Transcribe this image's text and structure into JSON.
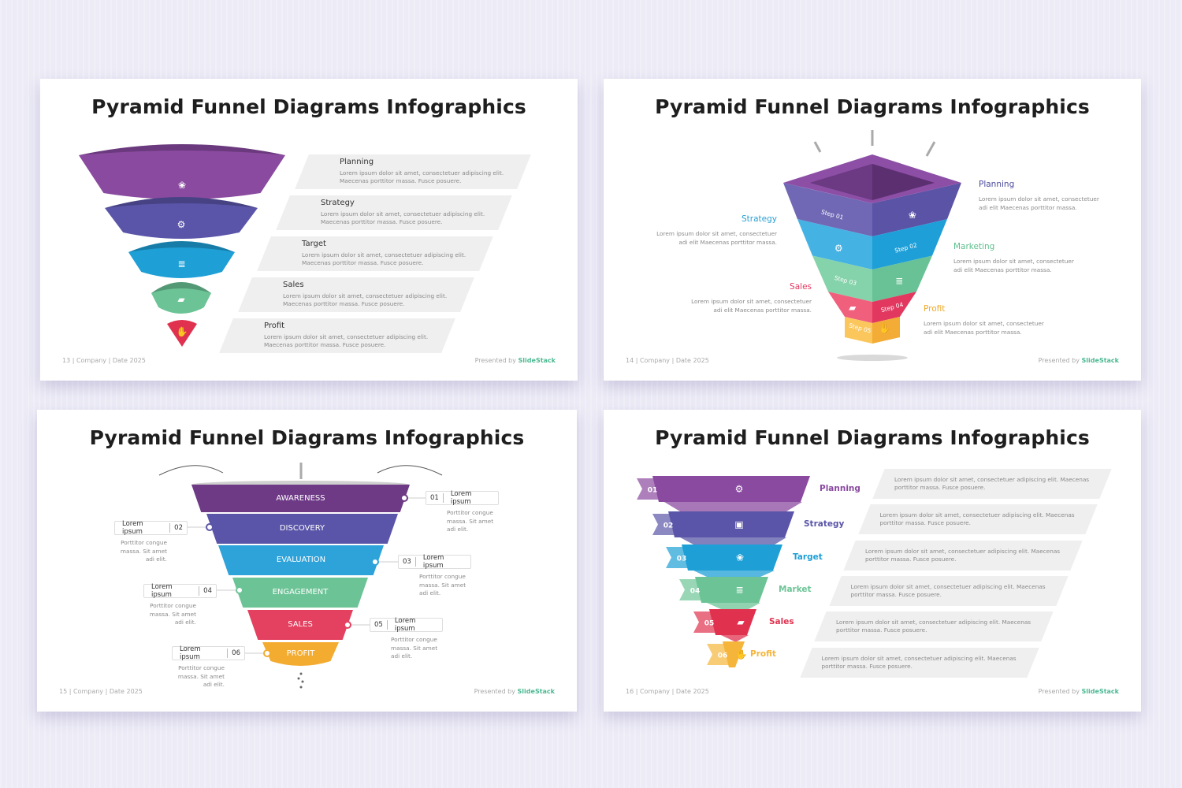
{
  "slide_title": "Pyramid Funnel Diagrams Infographics",
  "footer": {
    "company": "Company",
    "date": "Date 2025",
    "presented_by": "Presented by",
    "brand": "SlideStack"
  },
  "slide1": {
    "page": "13",
    "items": [
      {
        "label": "Planning",
        "text1": "Lorem ipsum dolor sit amet, consectetuer adipiscing elit.",
        "text2": "Maecenas porttitor  massa. Fusce posuere.",
        "color": "#8a4aa0",
        "icon": "people-icon"
      },
      {
        "label": "Strategy",
        "text1": "Lorem ipsum dolor sit amet, consectetuer adipiscing elit.",
        "text2": "Maecenas porttitor  massa. Fusce posuere.",
        "color": "#5a55a8",
        "icon": "gear-icon"
      },
      {
        "label": "Target",
        "text1": "Lorem ipsum dolor sit amet, consectetuer adipiscing elit.",
        "text2": "Maecenas porttitor  massa. Fusce posuere.",
        "color": "#1e9fd6",
        "icon": "database-icon"
      },
      {
        "label": "Sales",
        "text1": "Lorem ipsum dolor sit amet, consectetuer adipiscing elit.",
        "text2": "Maecenas porttitor  massa. Fusce posuere.",
        "color": "#6cc496",
        "icon": "folder-icon"
      },
      {
        "label": "Profit",
        "text1": "Lorem ipsum dolor sit amet, consectetuer adipiscing elit.",
        "text2": "Maecenas porttitor  massa. Fusce posuere.",
        "color": "#e0324f",
        "icon": "handshake-icon"
      }
    ]
  },
  "slide2": {
    "page": "14",
    "steps": [
      "Step 01",
      "Step 02",
      "Step 03",
      "Step 04",
      "Step 05"
    ],
    "items": [
      {
        "label": "Planning",
        "text1": "Lorem ipsum dolor sit amet, consectetuer",
        "text2": "adi elit Maecenas porttitor  massa.",
        "color": "#4a4a9c"
      },
      {
        "label": "Strategy",
        "text1": "Lorem ipsum dolor sit amet, consectetuer",
        "text2": "adi elit Maecenas porttitor  massa.",
        "color": "#2a9fd2"
      },
      {
        "label": "Marketing",
        "text1": "Lorem ipsum dolor sit amet, consectetuer",
        "text2": "adi elit Maecenas porttitor  massa.",
        "color": "#5cbf8c"
      },
      {
        "label": "Sales",
        "text1": "Lorem ipsum dolor sit amet, consectetuer",
        "text2": "adi elit Maecenas porttitor  massa.",
        "color": "#e0385f"
      },
      {
        "label": "Profit",
        "text1": "Lorem ipsum dolor sit amet, consectetuer",
        "text2": "adi elit Maecenas porttitor  massa.",
        "color": "#f0a82a"
      }
    ]
  },
  "slide3": {
    "page": "15",
    "stages": [
      {
        "name": "AWARENESS",
        "num": "01",
        "label": "Lorem ipsum",
        "text": [
          "Porttitor congue",
          "massa. Sit amet",
          "adi elit."
        ],
        "color": "#6e3a86"
      },
      {
        "name": "DISCOVERY",
        "num": "02",
        "label": "Lorem ipsum",
        "text": [
          "Porttitor congue",
          "massa. Sit amet",
          "adi elit."
        ],
        "color": "#5a55a8"
      },
      {
        "name": "EVALUATION",
        "num": "03",
        "label": "Lorem ipsum",
        "text": [
          "Porttitor congue",
          "massa. Sit amet",
          "adi elit."
        ],
        "color": "#2ea3da"
      },
      {
        "name": "ENGAGEMENT",
        "num": "04",
        "label": "Lorem ipsum",
        "text": [
          "Porttitor congue",
          "massa. Sit amet",
          "adi elit."
        ],
        "color": "#6cc496"
      },
      {
        "name": "SALES",
        "num": "05",
        "label": "Lorem ipsum",
        "text": [
          "Porttitor congue",
          "massa. Sit amet",
          "adi elit."
        ],
        "color": "#e4405f"
      },
      {
        "name": "PROFIT",
        "num": "06",
        "label": "Lorem ipsum",
        "text": [
          "Porttitor congue",
          "massa. Sit amet",
          "adi elit."
        ],
        "color": "#f3ab30"
      }
    ]
  },
  "slide4": {
    "page": "16",
    "items": [
      {
        "num": "01",
        "label": "Planning",
        "text1": "Lorem ipsum dolor sit amet, consectetuer adipiscing elit. Maecenas",
        "text2": "porttitor  massa. Fusce posuere.",
        "color": "#8a4aa0",
        "icon": "gear-icon"
      },
      {
        "num": "02",
        "label": "Strategy",
        "text1": "Lorem ipsum dolor sit amet, consectetuer adipiscing elit. Maecenas",
        "text2": "porttitor  massa. Fusce posuere.",
        "color": "#5a55a8",
        "icon": "presentation-icon"
      },
      {
        "num": "03",
        "label": "Target",
        "text1": "Lorem ipsum dolor sit amet, consectetuer adipiscing elit. Maecenas",
        "text2": "porttitor  massa. Fusce posuere.",
        "color": "#1e9fd6",
        "icon": "people-icon"
      },
      {
        "num": "04",
        "label": "Market",
        "text1": "Lorem ipsum dolor sit amet, consectetuer adipiscing elit. Maecenas",
        "text2": "porttitor  massa. Fusce posuere.",
        "color": "#6cc496",
        "icon": "database-icon"
      },
      {
        "num": "05",
        "label": "Sales",
        "text1": "Lorem ipsum dolor sit amet, consectetuer adipiscing elit. Maecenas",
        "text2": "porttitor  massa. Fusce posuere.",
        "color": "#e0324f",
        "icon": "folder-icon"
      },
      {
        "num": "06",
        "label": "Profit",
        "text1": "Lorem ipsum dolor sit amet, consectetuer adipiscing elit. Maecenas",
        "text2": "porttitor  massa. Fusce posuere.",
        "color": "#f5b53a",
        "icon": "handshake-icon"
      }
    ]
  }
}
